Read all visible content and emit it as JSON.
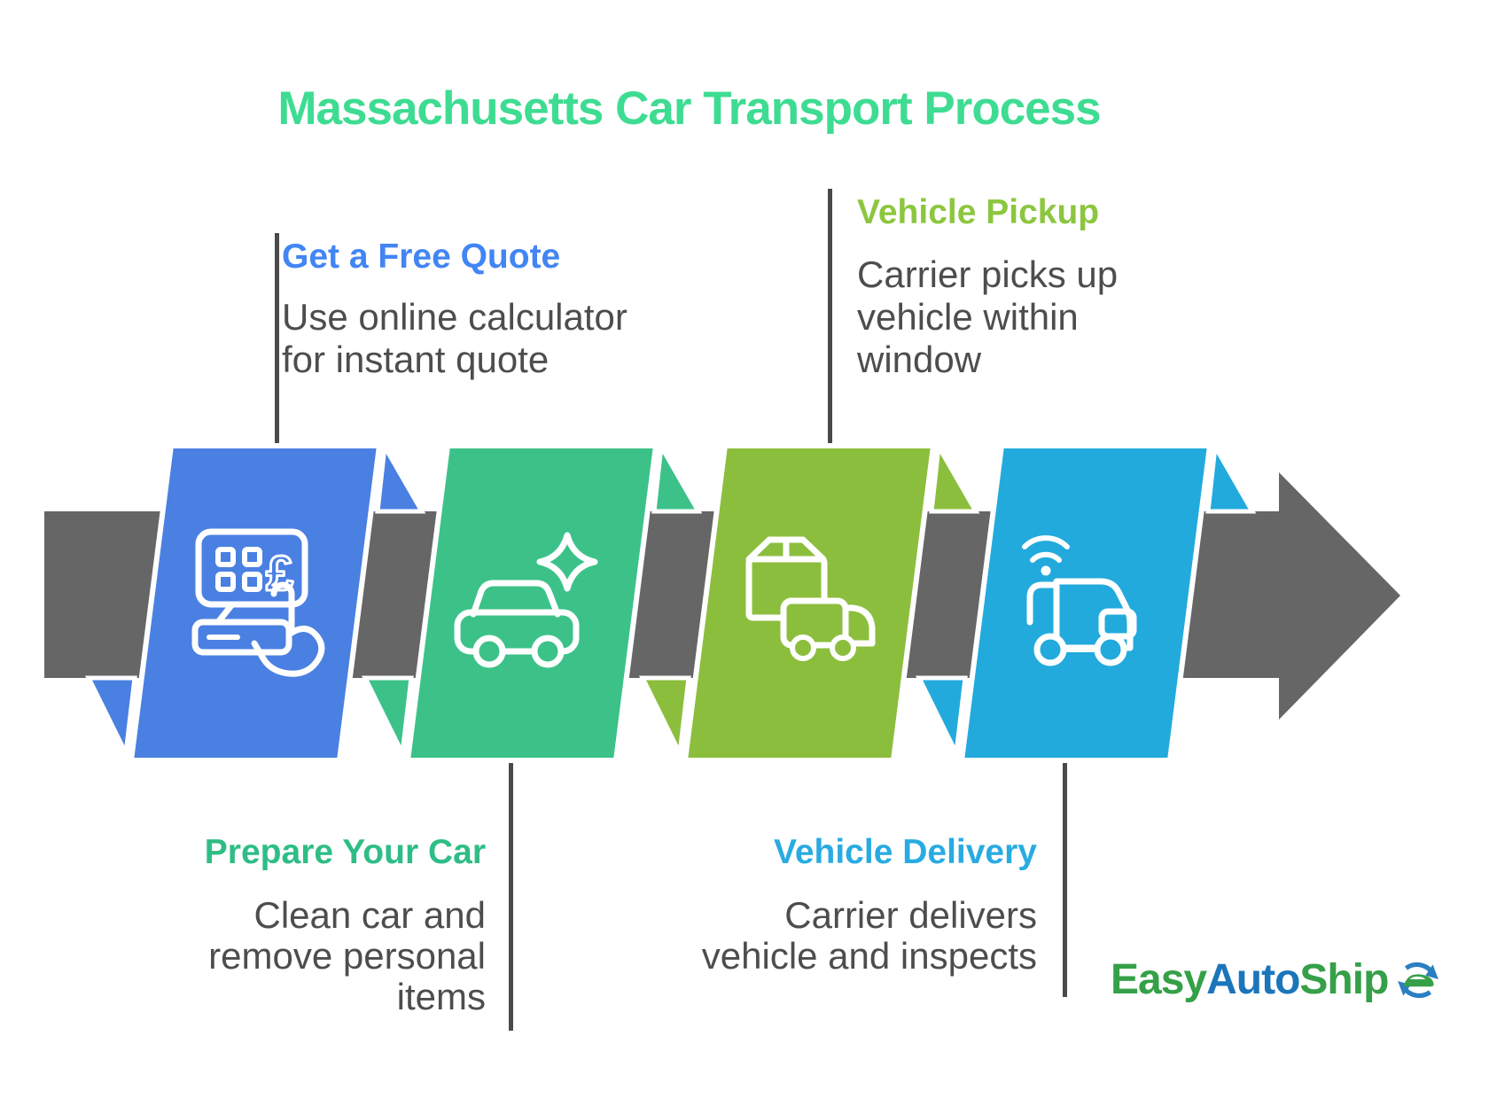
{
  "title": {
    "text": "Massachusetts Car Transport Process",
    "color": "#3edc92"
  },
  "steps": [
    {
      "heading": "Get a Free Quote",
      "heading_color": "#4285f4",
      "body": "Use online calculator\nfor instant quote",
      "panel_color": "#4a80e1",
      "icon": "quote-calculator-icon"
    },
    {
      "heading": "Prepare Your Car",
      "heading_color": "#2ebd85",
      "body": "Clean car and\nremove personal\nitems",
      "panel_color": "#3cc289",
      "icon": "clean-car-icon"
    },
    {
      "heading": "Vehicle Pickup",
      "heading_color": "#8cc63f",
      "body": "Carrier picks up\nvehicle within\nwindow",
      "panel_color": "#8cbe3e",
      "icon": "box-truck-icon"
    },
    {
      "heading": "Vehicle Delivery",
      "heading_color": "#29abe2",
      "body": "Carrier delivers\nvehicle and inspects",
      "panel_color": "#23aadd",
      "icon": "tracked-truck-icon"
    }
  ],
  "arrow": {
    "color": "#666666"
  },
  "connector": {
    "color": "#4a4a4a"
  },
  "logo": {
    "part1": "Easy",
    "part2": "Auto",
    "part3": "Ship",
    "part1_color": "#35a048",
    "part2_color": "#1b75bb",
    "part3_color": "#35a048",
    "icon": "circular-arrows-car-icon"
  }
}
